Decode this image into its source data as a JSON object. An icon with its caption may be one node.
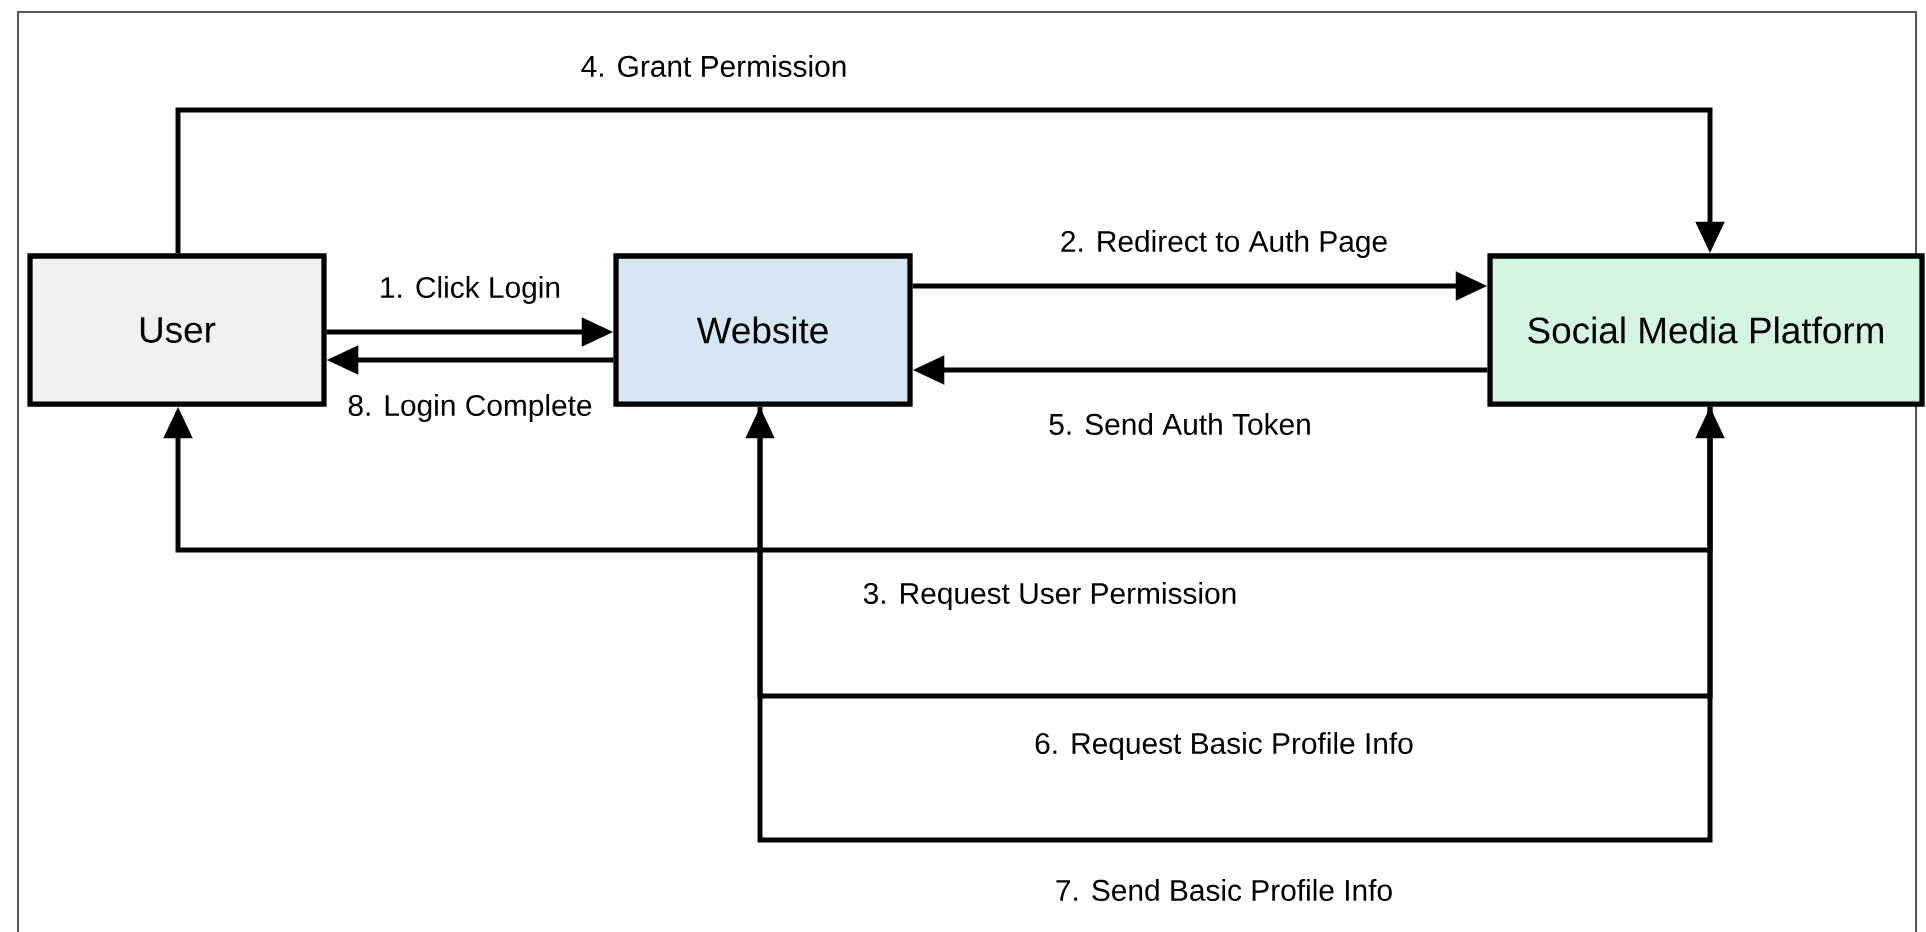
{
  "diagram": {
    "nodes": [
      {
        "text": [
          "User"
        ]
      },
      {
        "text": [
          "Website"
        ]
      },
      {
        "text": [
          "Social Media Platform"
        ]
      }
    ],
    "edges": [
      {
        "from": 0,
        "to": 1,
        "arrow": "to",
        "label": "1. Click Login"
      },
      {
        "from": 1,
        "to": 2,
        "arrow": "to",
        "label": "2. Redirect to Auth Page"
      },
      {
        "from": 2,
        "to": 0,
        "arrow": "to",
        "label": "3. Request User Permission"
      },
      {
        "from": 0,
        "to": 2,
        "arrow": "to",
        "label": "4. Grant Permission"
      },
      {
        "from": 2,
        "to": 1,
        "arrow": "to",
        "label": "5. Send Auth Token"
      },
      {
        "from": 1,
        "to": 2,
        "arrow": "to",
        "label": "6. Request Basic Profile Info"
      },
      {
        "from": 2,
        "to": 1,
        "arrow": "to",
        "label": "7. Send Basic Profile Info"
      },
      {
        "from": 1,
        "to": 0,
        "arrow": "to",
        "label": "8. Login Complete"
      }
    ]
  }
}
